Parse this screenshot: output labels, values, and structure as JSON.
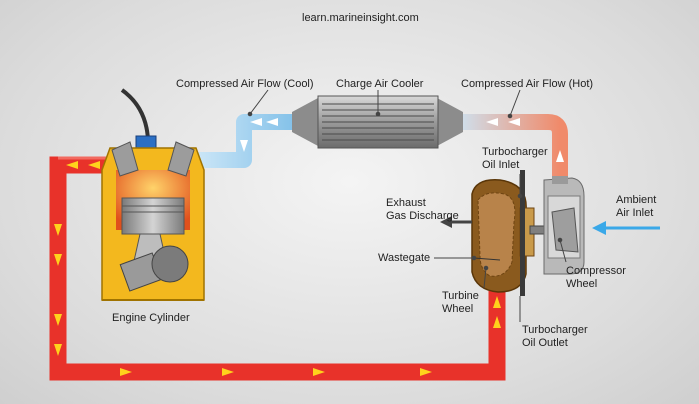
{
  "source": "learn.marineinsight.com",
  "labels": {
    "compressed_cool": "Compressed Air Flow (Cool)",
    "charge_air_cooler": "Charge Air Cooler",
    "compressed_hot": "Compressed Air Flow (Hot)",
    "turbo_oil_inlet_1": "Turbocharger",
    "turbo_oil_inlet_2": "Oil Inlet",
    "exhaust_1": "Exhaust",
    "exhaust_2": "Gas Discharge",
    "ambient_1": "Ambient",
    "ambient_2": "Air Inlet",
    "wastegate": "Wastegate",
    "compressor_wheel_1": "Compressor",
    "compressor_wheel_2": "Wheel",
    "turbine_wheel_1": "Turbine",
    "turbine_wheel_2": "Wheel",
    "turbo_oil_outlet_1": "Turbocharger",
    "turbo_oil_outlet_2": "Oil Outlet",
    "engine_cylinder": "Engine Cylinder"
  },
  "colors": {
    "exhaust_pipe": "#e8322a",
    "flow_arrow": "#ffd21c",
    "cool_air": "#8fc9ef",
    "hot_air": "#f09070",
    "turbo_casing": "#8a5a1e",
    "cylinder_fill": "#e85820"
  }
}
